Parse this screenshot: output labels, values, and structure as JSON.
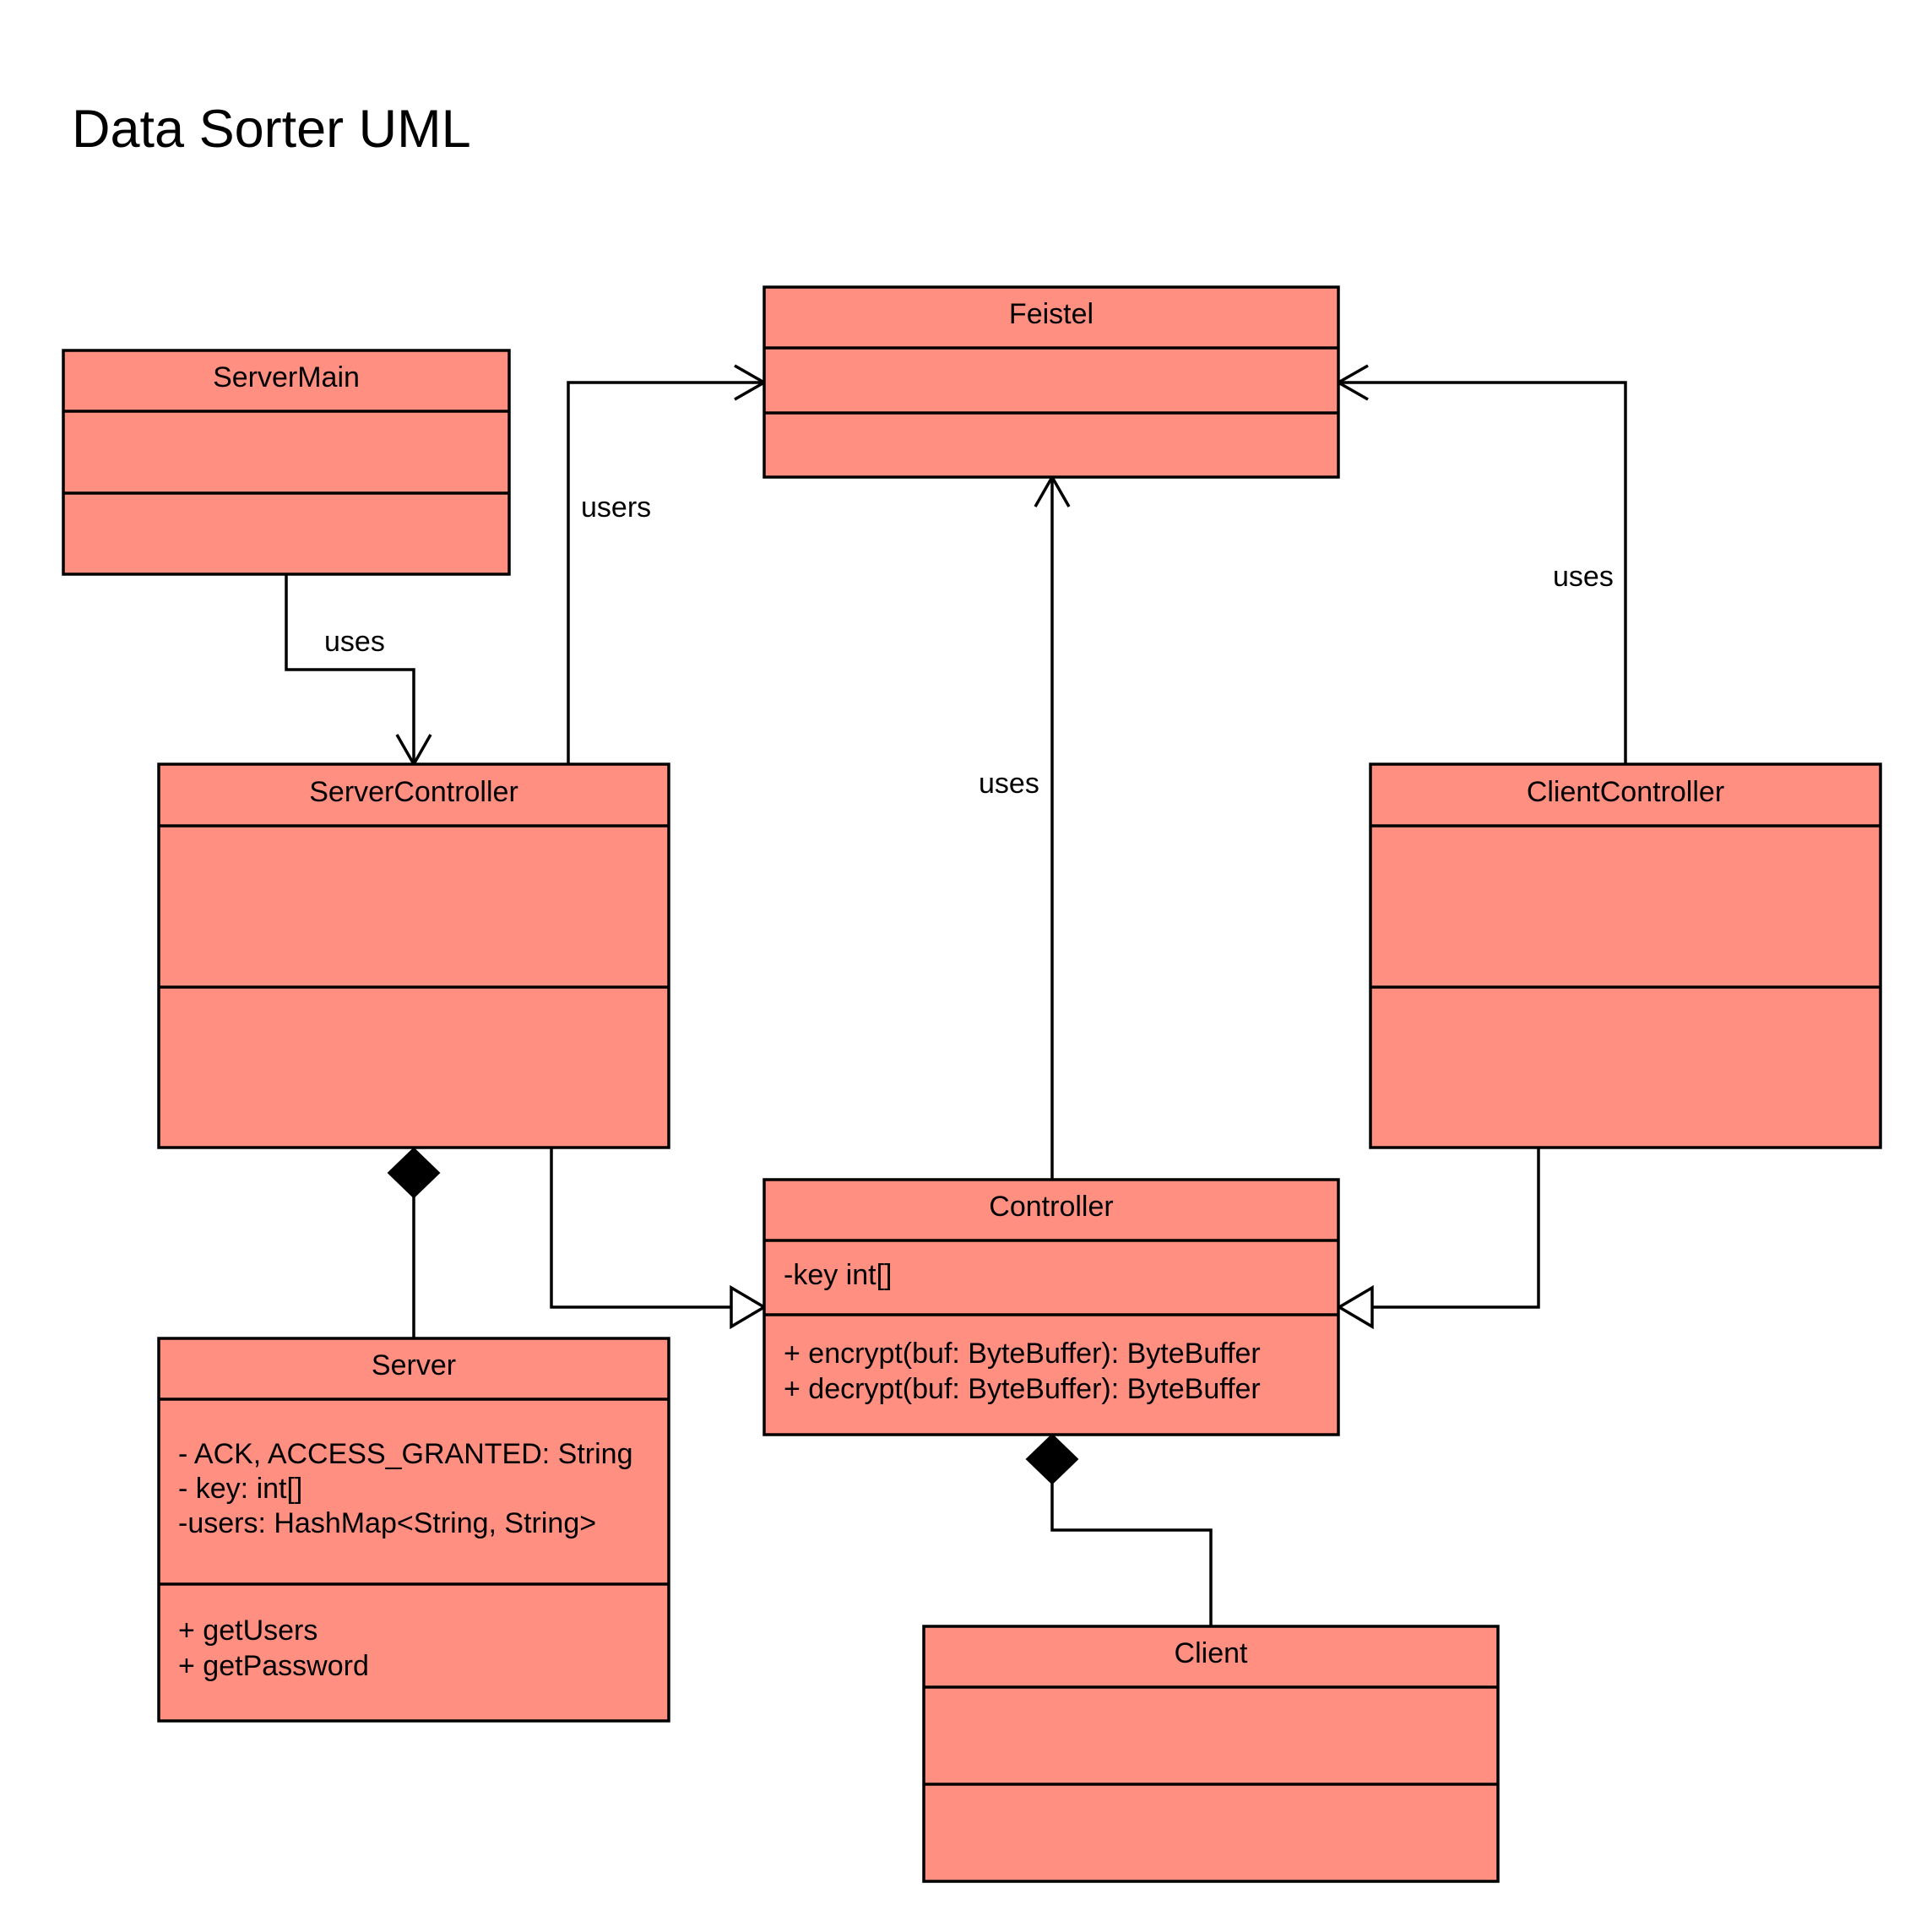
{
  "title": "Data Sorter UML",
  "colors": {
    "class_fill": "#ff8f80",
    "stroke": "#000000",
    "background": "#ffffff"
  },
  "classes": {
    "feistel": {
      "name": "Feistel",
      "attributes": [],
      "methods": []
    },
    "server_main": {
      "name": "ServerMain",
      "attributes": [],
      "methods": []
    },
    "server_controller": {
      "name": "ServerController",
      "attributes": [],
      "methods": []
    },
    "client_controller": {
      "name": "ClientController",
      "attributes": [],
      "methods": []
    },
    "controller": {
      "name": "Controller",
      "attributes": [
        "-key int[]"
      ],
      "methods": [
        "+ encrypt(buf: ByteBuffer): ByteBuffer",
        "+ decrypt(buf: ByteBuffer): ByteBuffer"
      ]
    },
    "server": {
      "name": "Server",
      "attributes": [
        "- ACK, ACCESS_GRANTED: String",
        "- key: int[]",
        "-users: HashMap<String, String>"
      ],
      "methods": [
        "+ getUsers",
        "+ getPassword"
      ]
    },
    "client": {
      "name": "Client",
      "attributes": [],
      "methods": []
    }
  },
  "relationships": {
    "server_main_uses_server_controller": {
      "type": "dependency",
      "label": "uses"
    },
    "server_controller_users_feistel": {
      "type": "dependency",
      "label": "users"
    },
    "controller_uses_feistel": {
      "type": "dependency",
      "label": "uses"
    },
    "client_controller_uses_feistel": {
      "type": "dependency",
      "label": "uses"
    },
    "server_controller_extends_controller": {
      "type": "generalization",
      "label": ""
    },
    "client_controller_extends_controller": {
      "type": "generalization",
      "label": ""
    },
    "server_controller_composes_server": {
      "type": "composition",
      "label": ""
    },
    "controller_composes_client": {
      "type": "composition",
      "label": ""
    }
  }
}
